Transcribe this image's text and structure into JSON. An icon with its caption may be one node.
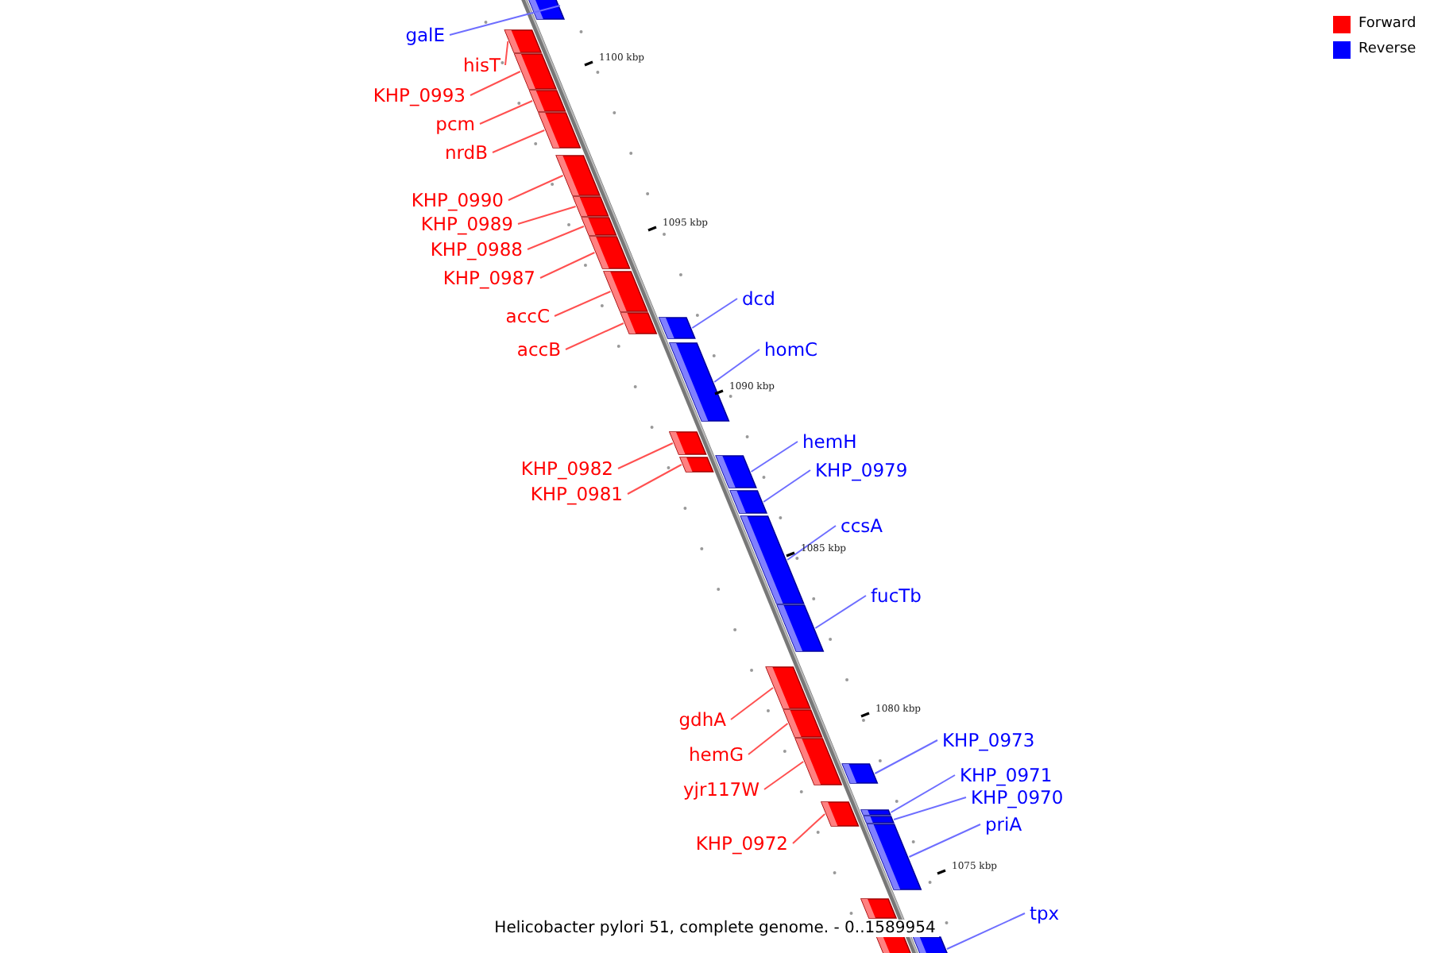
{
  "diagram": {
    "caption": "Helicobacter pylori 51, complete genome. - 0..1589954",
    "nodes": [
      {
        "text": [
          "galE"
        ]
      },
      {
        "text": [
          "hisT"
        ]
      },
      {
        "text": [
          "KHP_0993"
        ]
      },
      {
        "text": [
          "pcm"
        ]
      },
      {
        "text": [
          "nrdB"
        ]
      },
      {
        "text": [
          "KHP_0990"
        ]
      },
      {
        "text": [
          "KHP_0989"
        ]
      },
      {
        "text": [
          "KHP_0988"
        ]
      },
      {
        "text": [
          "KHP_0987"
        ]
      },
      {
        "text": [
          "dcd"
        ]
      },
      {
        "text": [
          "accC"
        ]
      },
      {
        "text": [
          "accB"
        ]
      },
      {
        "text": [
          "homC"
        ]
      },
      {
        "text": [
          "hemH"
        ]
      },
      {
        "text": [
          "KHP_0982"
        ]
      },
      {
        "text": [
          "KHP_0979"
        ]
      },
      {
        "text": [
          "KHP_0981"
        ]
      },
      {
        "text": [
          "ccsA"
        ]
      },
      {
        "text": [
          "fucTb"
        ]
      },
      {
        "text": [
          "gdhA"
        ]
      },
      {
        "text": [
          "KHP_0973"
        ]
      },
      {
        "text": [
          "hemG"
        ]
      },
      {
        "text": [
          "KHP_0971"
        ]
      },
      {
        "text": [
          "yjr117W"
        ]
      },
      {
        "text": [
          "KHP_0970"
        ]
      },
      {
        "text": [
          "priA"
        ]
      },
      {
        "text": [
          "KHP_0972"
        ]
      },
      {
        "text": [
          "tpx"
        ]
      },
      {
        "text": [],
        "shape": "bar"
      },
      {
        "text": [],
        "shape": "bar"
      },
      {
        "text": [],
        "shape": "bar"
      },
      {
        "text": [],
        "shape": "bar"
      },
      {
        "text": [],
        "shape": "bar"
      },
      {
        "text": [],
        "shape": "bar"
      },
      {
        "text": [],
        "shape": "bar"
      },
      {
        "text": [],
        "shape": "bar"
      },
      {
        "text": [],
        "shape": "bar"
      },
      {
        "text": [],
        "shape": "bar"
      },
      {
        "text": [],
        "shape": "bar"
      },
      {
        "text": [],
        "shape": "bar"
      },
      {
        "text": [],
        "shape": "bar"
      },
      {
        "text": [],
        "shape": "bar"
      },
      {
        "text": [],
        "shape": "bar"
      },
      {
        "text": [],
        "shape": "bar"
      },
      {
        "text": [],
        "shape": "bar"
      },
      {
        "text": [],
        "shape": "bar"
      },
      {
        "text": [],
        "shape": "bar"
      },
      {
        "text": [],
        "shape": "bar"
      },
      {
        "text": [],
        "shape": "bar"
      },
      {
        "text": [],
        "shape": "bar"
      },
      {
        "text": [],
        "shape": "bar"
      },
      {
        "text": [],
        "shape": "bar"
      },
      {
        "text": [],
        "shape": "bar"
      },
      {
        "text": [],
        "shape": "bar"
      },
      {
        "text": [],
        "shape": "bar"
      },
      {
        "text": [],
        "shape": "bar"
      },
      {
        "text": [],
        "shape": "bar"
      },
      {
        "text": [],
        "shape": "bar"
      }
    ],
    "edges": [
      {
        "from": 0,
        "to": 28,
        "arrow": "none",
        "color": "#6e6eff"
      },
      {
        "from": 1,
        "to": 29,
        "arrow": "none"
      },
      {
        "from": 2,
        "to": 30,
        "arrow": "none"
      },
      {
        "from": 3,
        "to": 31,
        "arrow": "none"
      },
      {
        "from": 4,
        "to": 32,
        "arrow": "none"
      },
      {
        "from": 5,
        "to": 33,
        "arrow": "none"
      },
      {
        "from": 6,
        "to": 34,
        "arrow": "none"
      },
      {
        "from": 7,
        "to": 35,
        "arrow": "none"
      },
      {
        "from": 8,
        "to": 36,
        "arrow": "none"
      },
      {
        "from": 9,
        "to": 39,
        "arrow": "none",
        "color": "#6e6eff"
      },
      {
        "from": 10,
        "to": 37,
        "arrow": "none"
      },
      {
        "from": 11,
        "to": 38,
        "arrow": "none"
      },
      {
        "from": 12,
        "to": 40,
        "arrow": "none",
        "color": "#6e6eff"
      },
      {
        "from": 13,
        "to": 42,
        "arrow": "none",
        "color": "#6e6eff"
      },
      {
        "from": 14,
        "to": 41,
        "arrow": "none"
      },
      {
        "from": 15,
        "to": 44,
        "arrow": "none",
        "color": "#6e6eff"
      },
      {
        "from": 16,
        "to": 43,
        "arrow": "none"
      },
      {
        "from": 17,
        "to": 45,
        "arrow": "none",
        "color": "#6e6eff"
      },
      {
        "from": 18,
        "to": 46,
        "arrow": "none",
        "color": "#6e6eff"
      },
      {
        "from": 19,
        "to": 47,
        "arrow": "none"
      },
      {
        "from": 20,
        "to": 50,
        "arrow": "none",
        "color": "#6e6eff"
      },
      {
        "from": 21,
        "to": 48,
        "arrow": "none"
      },
      {
        "from": 22,
        "to": 52,
        "arrow": "none",
        "color": "#6e6eff"
      },
      {
        "from": 23,
        "to": 49,
        "arrow": "none"
      },
      {
        "from": 24,
        "to": 53,
        "arrow": "none",
        "color": "#6e6eff"
      },
      {
        "from": 25,
        "to": 54,
        "arrow": "none",
        "color": "#6e6eff"
      },
      {
        "from": 26,
        "to": 51,
        "arrow": "none"
      },
      {
        "from": 27,
        "to": 57,
        "arrow": "none",
        "color": "#6e6eff"
      }
    ],
    "labels": [
      "1100 kbp",
      "1095 kbp",
      "1090 kbp",
      "1085 kbp",
      "1080 kbp",
      "1075 kbp"
    ],
    "legend": [
      {
        "text": "Forward",
        "color": "#ff0000"
      },
      {
        "text": "Reverse",
        "color": "#0000ff"
      }
    ]
  }
}
